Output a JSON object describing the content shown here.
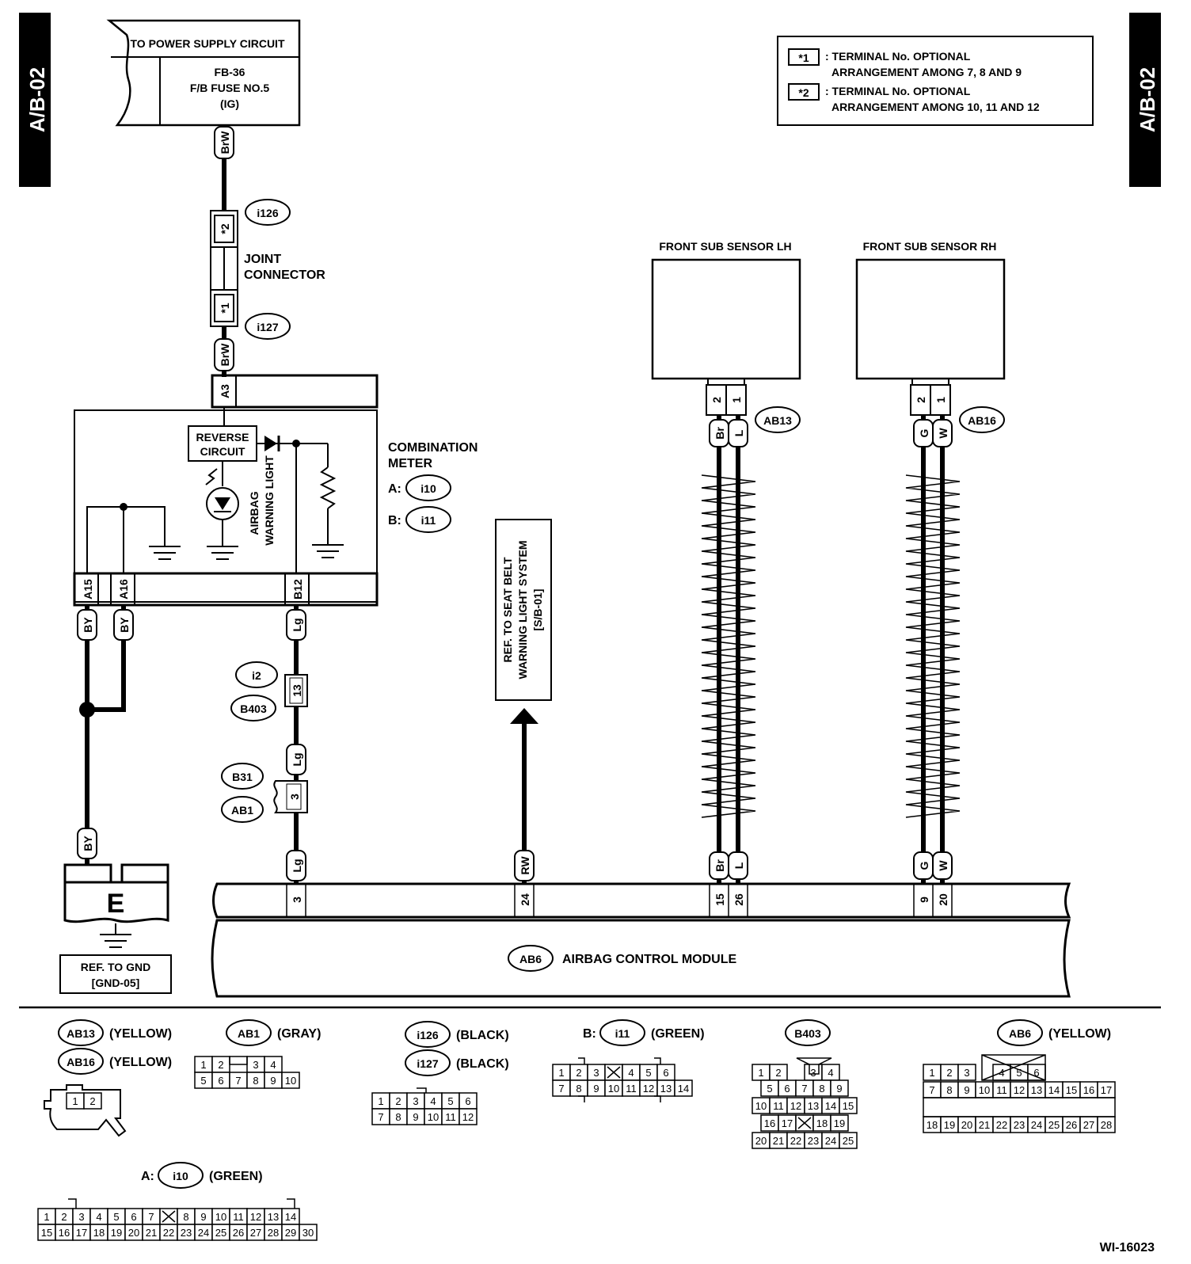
{
  "page_tab": "A/B-02",
  "figure_id": "WI-16023",
  "legend": {
    "n1_mark": "*1",
    "n1_text_1": ": TERMINAL No. OPTIONAL",
    "n1_text_2": "ARRANGEMENT AMONG 7, 8  AND 9",
    "n2_mark": "*2",
    "n2_text_1": ": TERMINAL No. OPTIONAL",
    "n2_text_2": "ARRANGEMENT AMONG 10, 11  AND 12"
  },
  "power": {
    "title": "TO POWER SUPPLY CIRCUIT",
    "line1": "FB-36",
    "line2": "F/B FUSE NO.5",
    "line3": "(IG)"
  },
  "joint": {
    "label1": "JOINT",
    "label2": "CONNECTOR",
    "top_id": "i126",
    "bot_id": "i127",
    "top_mark": "*2",
    "bot_mark": "*1"
  },
  "meter": {
    "title1": "COMBINATION",
    "title2": "METER",
    "a_prefix": "A:",
    "a_id": "i10",
    "b_prefix": "B:",
    "b_id": "i11",
    "rev1": "REVERSE",
    "rev2": "CIRCUIT",
    "lamp1": "AIRBAG",
    "lamp2": "WARNING LIGHT",
    "pin_top": "A3",
    "pin_a15": "A15",
    "pin_a16": "A16",
    "pin_b12": "B12"
  },
  "wires": {
    "brw": "BrW",
    "by": "BY",
    "lg": "Lg",
    "rw": "RW",
    "br": "Br",
    "l": "L",
    "g": "G",
    "w": "W"
  },
  "connectors": {
    "i2": "i2",
    "b403": "B403",
    "b31": "B31",
    "ab1": "AB1",
    "pin13": "13",
    "pin3": "3",
    "ab13": "AB13",
    "ab16": "AB16",
    "ab6": "AB6"
  },
  "seatbelt_ref": {
    "line1": "REF. TO SEAT BELT",
    "line2": "WARNING LIGHT SYSTEM",
    "line3": "[S/B-01]"
  },
  "sensors": {
    "lh": "FRONT SUB SENSOR LH",
    "rh": "FRONT SUB SENSOR RH",
    "pin2": "2",
    "pin1": "1"
  },
  "module": {
    "label": "AIRBAG CONTROL MODULE",
    "pins": [
      "3",
      "24",
      "15",
      "26",
      "9",
      "20"
    ]
  },
  "ground": {
    "letter": "E",
    "ref1": "REF. TO GND",
    "ref2": "[GND-05]"
  },
  "views": {
    "ab13_color": "(YELLOW)",
    "ab16_color": "(YELLOW)",
    "ab1_color": "(GRAY)",
    "i126_color": "(BLACK)",
    "i127_color": "(BLACK)",
    "i11_prefix": "B:",
    "i11_color": "(GREEN)",
    "ab6_color": "(YELLOW)",
    "i10_prefix": "A:",
    "i10_color": "(GREEN)",
    "ab13_pins": [
      "1",
      "2"
    ],
    "ab1_row1": [
      "1",
      "2",
      "",
      "3",
      "4"
    ],
    "ab1_row2": [
      "5",
      "6",
      "7",
      "8",
      "9",
      "10"
    ],
    "i126_row1": [
      "1",
      "2",
      "3",
      "4",
      "5",
      "6"
    ],
    "i126_row2": [
      "7",
      "8",
      "9",
      "10",
      "11",
      "12"
    ],
    "i11_row1": [
      "1",
      "2",
      "3",
      "X",
      "4",
      "5",
      "6"
    ],
    "i11_row2": [
      "7",
      "8",
      "9",
      "10",
      "11",
      "12",
      "13",
      "14"
    ],
    "b403_row1": [
      "1",
      "2",
      "",
      "3",
      "4"
    ],
    "b403_row2": [
      "5",
      "6",
      "7",
      "8",
      "9"
    ],
    "b403_row3": [
      "10",
      "11",
      "12",
      "13",
      "14",
      "15"
    ],
    "b403_row4": [
      "16",
      "17",
      "X",
      "18",
      "19"
    ],
    "b403_row5": [
      "20",
      "21",
      "22",
      "23",
      "24",
      "25"
    ],
    "ab6_row1": [
      "1",
      "2",
      "3",
      "",
      "4",
      "5",
      "6"
    ],
    "ab6_row2": [
      "7",
      "8",
      "9",
      "10",
      "11",
      "12",
      "13",
      "14",
      "15",
      "16",
      "17"
    ],
    "ab6_row3": [
      "18",
      "19",
      "20",
      "21",
      "22",
      "23",
      "24",
      "25",
      "26",
      "27",
      "28"
    ],
    "i10_row1": [
      "1",
      "2",
      "3",
      "4",
      "5",
      "6",
      "7",
      "X",
      "8",
      "9",
      "10",
      "11",
      "12",
      "13",
      "14"
    ],
    "i10_row2": [
      "15",
      "16",
      "17",
      "18",
      "19",
      "20",
      "21",
      "22",
      "23",
      "24",
      "25",
      "26",
      "27",
      "28",
      "29",
      "30"
    ]
  }
}
